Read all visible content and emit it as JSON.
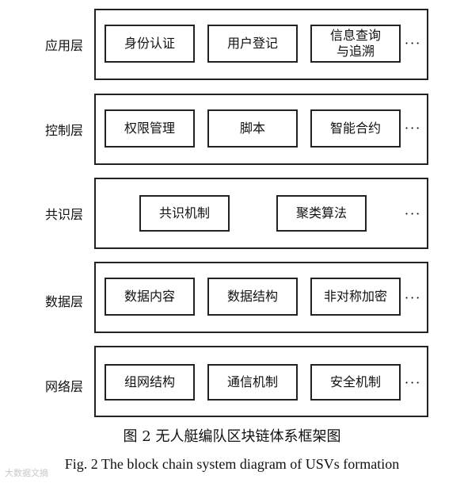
{
  "layers": [
    {
      "label": "应用层",
      "items": [
        "身份认证",
        "用户登记",
        "信息查询\n与追溯"
      ],
      "ellipsis": "···"
    },
    {
      "label": "控制层",
      "items": [
        "权限管理",
        "脚本",
        "智能合约"
      ],
      "ellipsis": "···"
    },
    {
      "label": "共识层",
      "items": [
        "共识机制",
        "聚类算法"
      ],
      "ellipsis": "···"
    },
    {
      "label": "数据层",
      "items": [
        "数据内容",
        "数据结构",
        "非对称加密"
      ],
      "ellipsis": "···"
    },
    {
      "label": "网络层",
      "items": [
        "组网结构",
        "通信机制",
        "安全机制"
      ],
      "ellipsis": "···"
    }
  ],
  "caption": {
    "zh": "图 2  无人艇编队区块链体系框架图",
    "en": "Fig. 2    The block chain system diagram of USVs formation"
  },
  "watermark": "大数据文摘"
}
